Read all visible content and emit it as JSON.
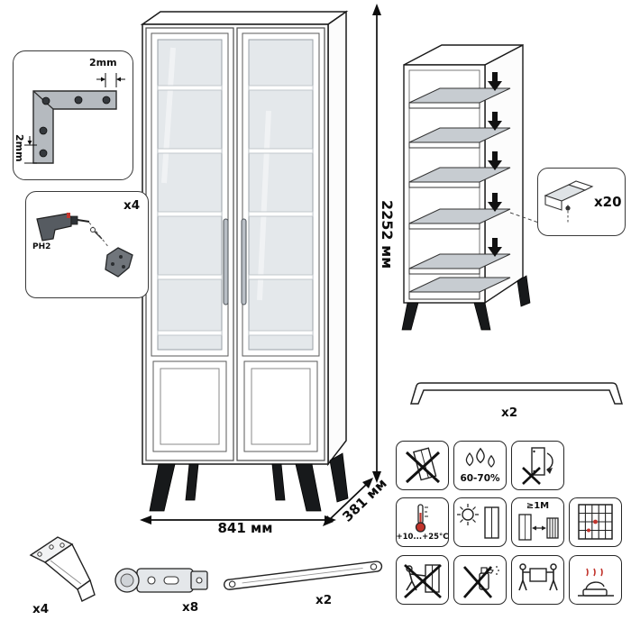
{
  "diagram": {
    "dimensions": {
      "height": "2252 мм",
      "width": "841 мм",
      "depth": "381 мм"
    },
    "corner_detail": {
      "gap_top": "2mm",
      "gap_side": "2mm"
    },
    "drill_detail": {
      "count": "x4",
      "bit": "PH2"
    },
    "shelf_pins": {
      "count": "x20"
    },
    "parts": {
      "handle": {
        "count": "x2"
      },
      "leg": {
        "count": "x4"
      },
      "hinge": {
        "count": "x8"
      },
      "rail": {
        "count": "x2"
      }
    },
    "care": {
      "humidity": "60-70%",
      "temperature": "+10...+25°C",
      "min_distance": "≥1M"
    }
  }
}
